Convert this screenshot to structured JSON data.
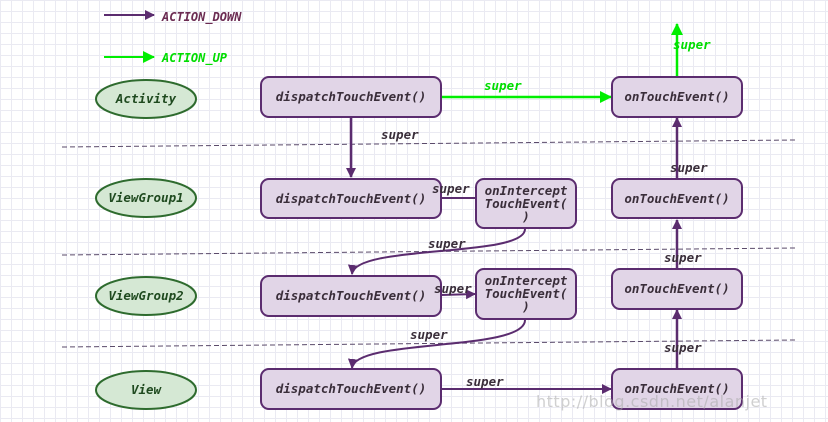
{
  "legend": {
    "down_label": "ACTION_DOWN",
    "up_label": "ACTION_UP",
    "down_color": "#5b2c6f",
    "up_color": "#00ee00"
  },
  "layers": {
    "activity": "Activity",
    "viewgroup1": "ViewGroup1",
    "viewgroup2": "ViewGroup2",
    "view": "View"
  },
  "boxes": {
    "activity_dispatch": "dispatchTouchEvent()",
    "activity_ontouch": "onTouchEvent()",
    "vg1_dispatch": "dispatchTouchEvent()",
    "vg1_intercept": [
      "onIntercept",
      "TouchEvent(",
      ")"
    ],
    "vg1_ontouch": "onTouchEvent()",
    "vg2_dispatch": "dispatchTouchEvent()",
    "vg2_intercept": [
      "onIntercept",
      "TouchEvent(",
      ")"
    ],
    "vg2_ontouch": "onTouchEvent()",
    "view_dispatch": "dispatchTouchEvent()",
    "view_ontouch": "onTouchEvent()"
  },
  "labels": {
    "act_to_ontouch": "super",
    "act_up_out": "super",
    "act_down": "super",
    "vg1_to_intercept": "super",
    "vg1_intercept_down": "super",
    "vg2_to_intercept": "super",
    "vg2_intercept_down": "super",
    "view_to_ontouch": "super",
    "up_vg1_to_act": "super",
    "up_vg2_to_vg1": "super",
    "up_view_to_vg2": "super"
  },
  "watermark": "http://blog.csdn.net/alanjet"
}
